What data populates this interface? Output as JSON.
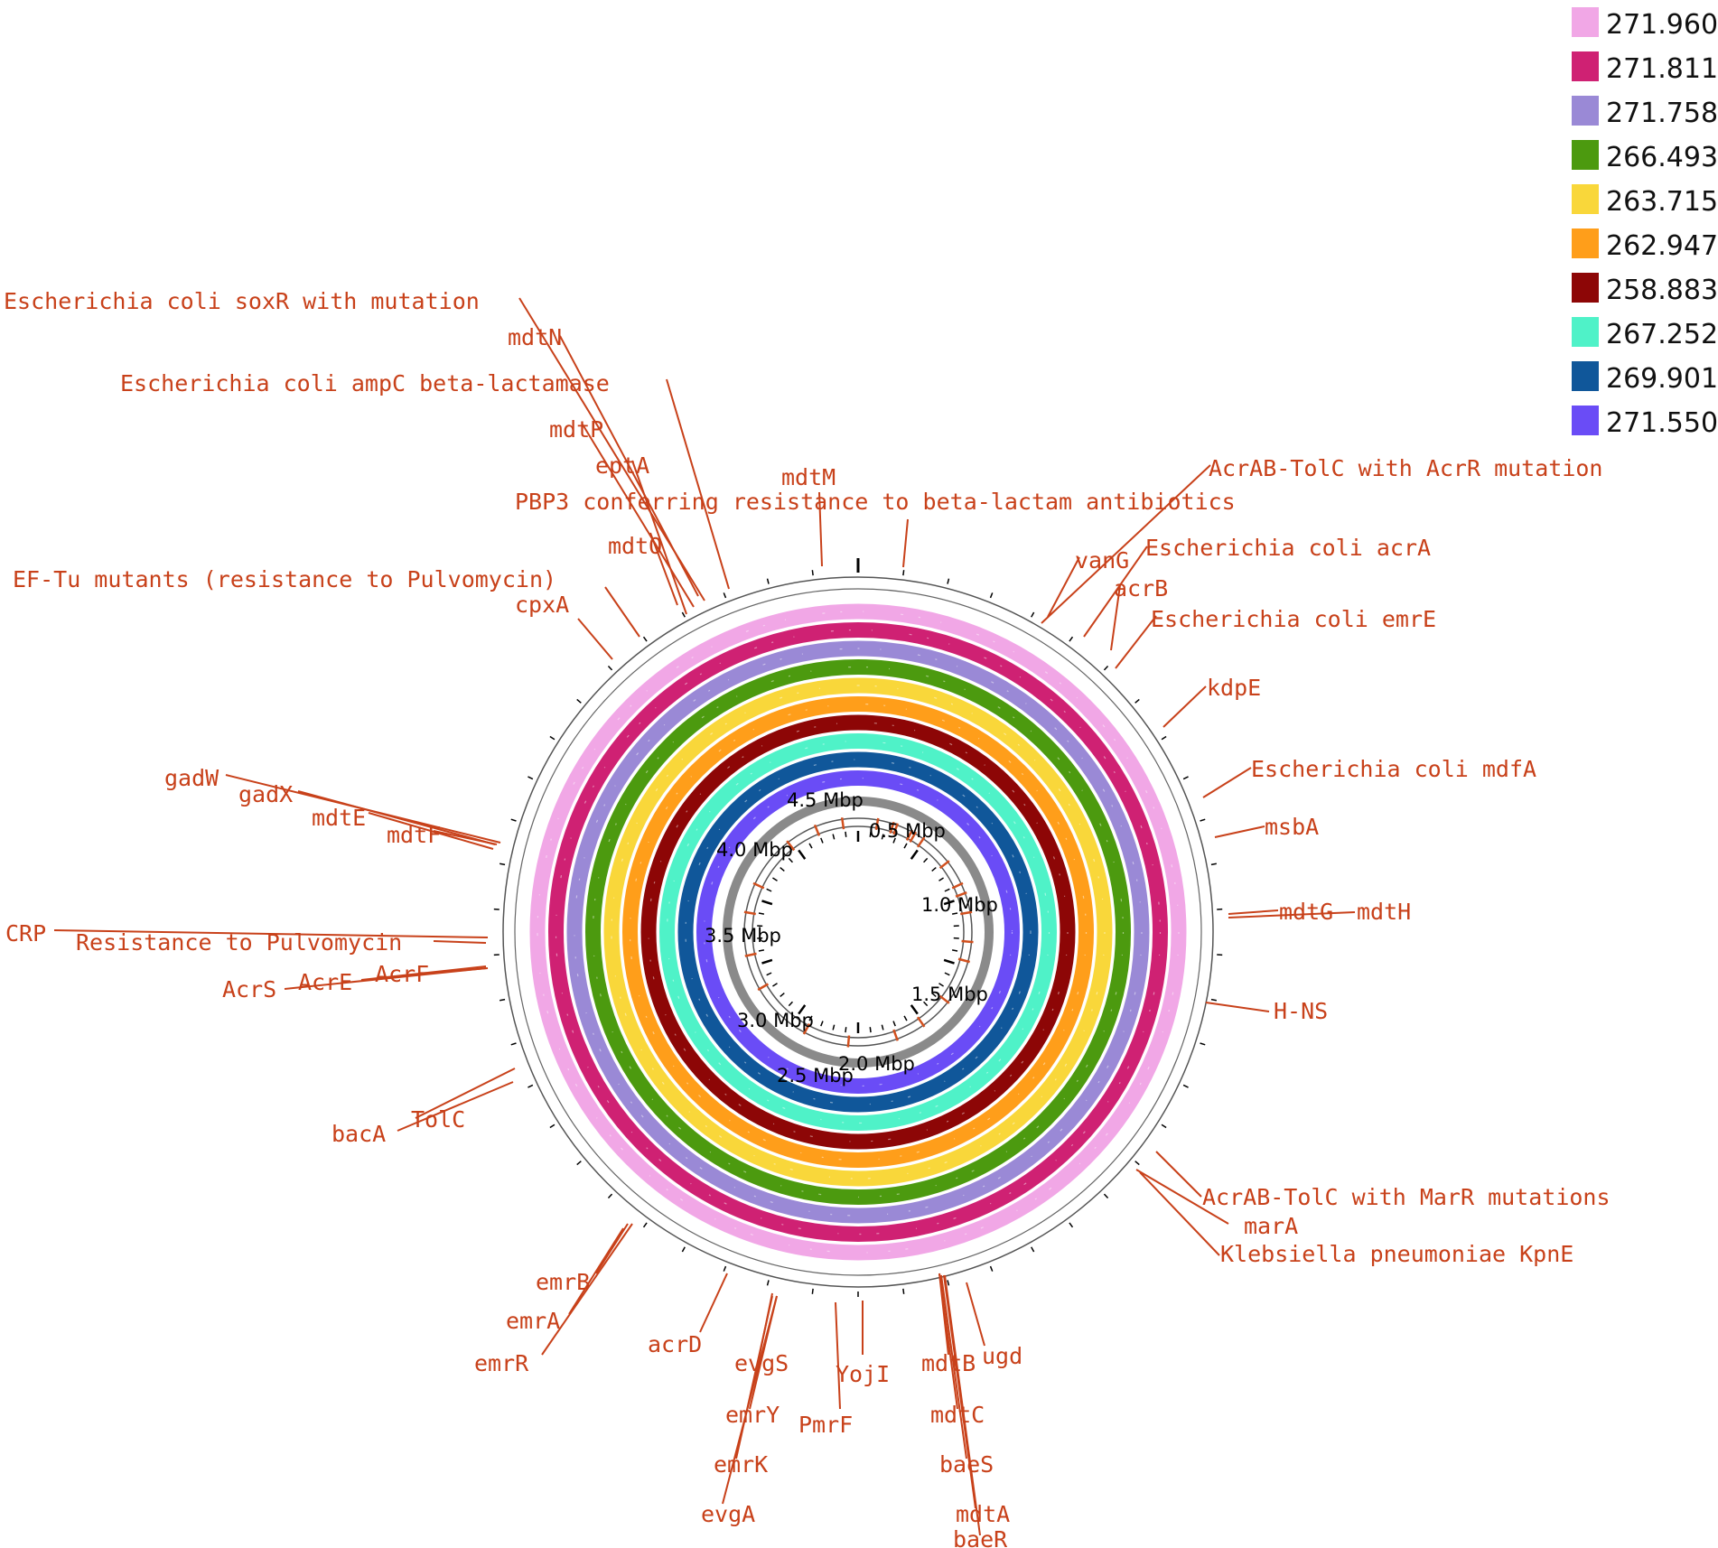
{
  "legend": [
    {
      "label": "271.960",
      "color": "#f1a7e6"
    },
    {
      "label": "271.811",
      "color": "#cf2173"
    },
    {
      "label": "271.758",
      "color": "#9a89d6"
    },
    {
      "label": "266.493",
      "color": "#4c9a0f"
    },
    {
      "label": "263.715",
      "color": "#f9d73a"
    },
    {
      "label": "262.947",
      "color": "#ff9e1a"
    },
    {
      "label": "258.883",
      "color": "#8d0606"
    },
    {
      "label": "267.252",
      "color": "#4ff2c8"
    },
    {
      "label": "269.901",
      "color": "#10579a"
    },
    {
      "label": "271.550",
      "color": "#6a4cf6"
    }
  ],
  "scale_labels": [
    "0.5 Mbp",
    "1.0 Mbp",
    "1.5 Mbp",
    "2.0 Mbp",
    "2.5 Mbp",
    "3.0 Mbp",
    "3.5 Mbp",
    "4.0 Mbp",
    "4.5 Mbp"
  ],
  "label_color": "#c8411a",
  "genes": [
    "Escherichia coli soxR with mutation",
    "mdtN",
    "Escherichia coli ampC beta-lactamase",
    "mdtP",
    "eptA",
    "mdtM",
    "PBP3 conferring resistance to beta-lactam antibiotics",
    "AcrAB-TolC with AcrR mutation",
    "mdtO",
    "EF-Tu mutants (resistance to Pulvomycin)",
    "cpxA",
    "vanG",
    "Escherichia coli acrA",
    "acrB",
    "Escherichia coli emrE",
    "kdpE",
    "Escherichia coli mdfA",
    "msbA",
    "mdtG",
    "mdtH",
    "H-NS",
    "gadW",
    "gadX",
    "mdtE",
    "mdtF",
    "CRP",
    "Resistance to Pulvomycin",
    "AcrS",
    "AcrE",
    "AcrF",
    "TolC",
    "bacA",
    "AcrAB-TolC with MarR mutations",
    "marA",
    "Klebsiella pneumoniae KpnE",
    "emrB",
    "emrA",
    "emrR",
    "acrD",
    "evgS",
    "emrY",
    "emrK",
    "evgA",
    "YojI",
    "PmrF",
    "mdtB",
    "ugd",
    "mdtC",
    "baeS",
    "mdtA",
    "baeR"
  ]
}
